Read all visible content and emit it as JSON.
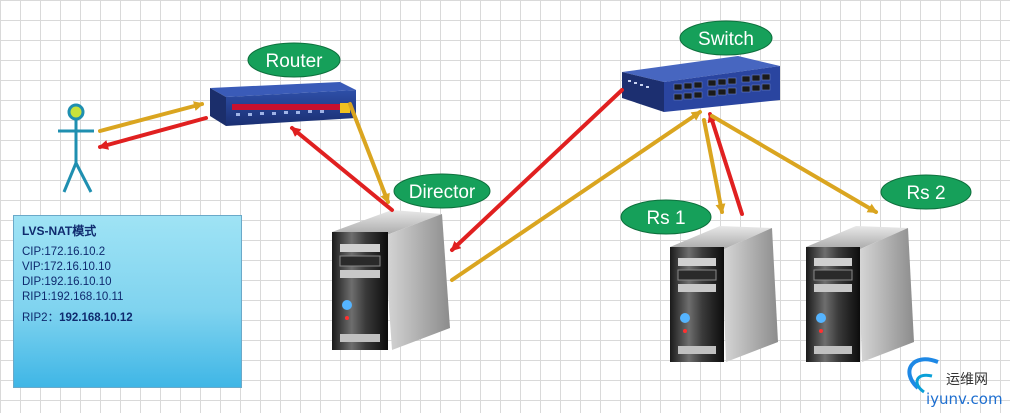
{
  "nodes": {
    "router_label": "Router",
    "switch_label": "Switch",
    "director_label": "Director",
    "rs1_label": "Rs 1",
    "rs2_label": "Rs 2"
  },
  "info_box": {
    "title": "LVS-NAT模式",
    "lines": [
      "CIP:172.16.10.2",
      "VIP:172.16.10.10",
      "DIP:192.16.10.10",
      "RIP1:192.168.10.11"
    ],
    "rip2_label": "RIP2：",
    "rip2_value": "192.168.10.12"
  },
  "watermark": {
    "text_cn": "运维网",
    "text_url": "iyunv.com"
  },
  "colors": {
    "request_arrow": "#daa520",
    "response_arrow": "#e02020",
    "label_fill": "#16a05a",
    "infobox": "#7fd3ef"
  }
}
